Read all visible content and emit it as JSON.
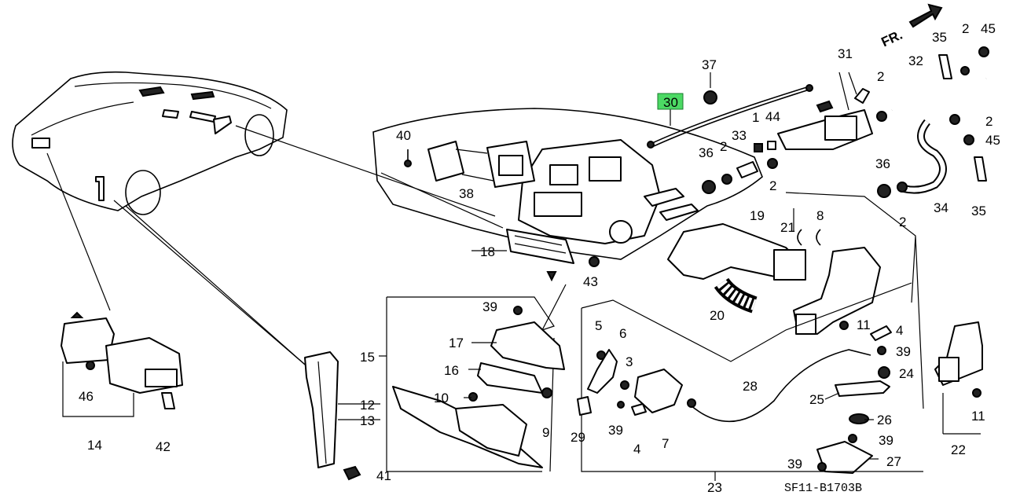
{
  "diagram": {
    "direction_label": "FR.",
    "diagram_code": "SF11-B1703B",
    "highlight_color": "#4cd964",
    "highlighted_callout": "30",
    "callouts": {
      "c1": "1",
      "c2a": "2",
      "c2b": "2",
      "c2c": "2",
      "c2d": "2",
      "c2e": "2",
      "c2f": "2",
      "c3": "3",
      "c4a": "4",
      "c4b": "4",
      "c5": "5",
      "c6": "6",
      "c7": "7",
      "c8": "8",
      "c9": "9",
      "c10": "10",
      "c11a": "11",
      "c11b": "11",
      "c12": "12",
      "c13": "13",
      "c14": "14",
      "c15": "15",
      "c16": "16",
      "c17": "17",
      "c18": "18",
      "c19": "19",
      "c20": "20",
      "c21": "21",
      "c22": "22",
      "c23": "23",
      "c24": "24",
      "c25": "25",
      "c26": "26",
      "c27": "27",
      "c28": "28",
      "c29": "29",
      "c30": "30",
      "c31": "31",
      "c32": "32",
      "c33": "33",
      "c34": "34",
      "c35a": "35",
      "c35b": "35",
      "c36a": "36",
      "c36b": "36",
      "c37": "37",
      "c38": "38",
      "c39a": "39",
      "c39b": "39",
      "c39c": "39",
      "c39d": "39",
      "c39e": "39",
      "c40": "40",
      "c41": "41",
      "c42": "42",
      "c43": "43",
      "c44": "44",
      "c45a": "45",
      "c45b": "45",
      "c46": "46"
    }
  }
}
